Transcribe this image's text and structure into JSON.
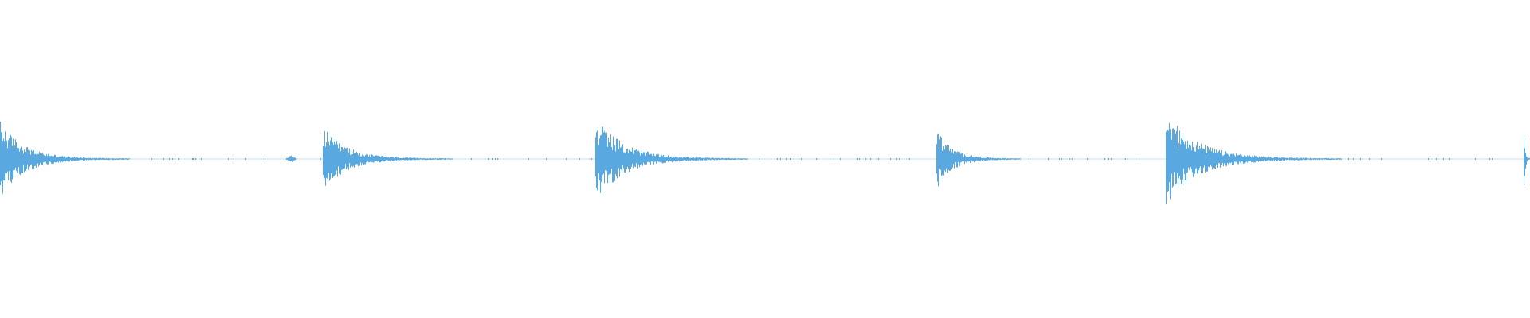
{
  "waveform": {
    "color": "#5aa8e0",
    "transients": [
      {
        "start_fraction": 0.0,
        "peak_amplitude": 0.24,
        "decay_fraction": 0.085
      },
      {
        "start_fraction": 0.211,
        "peak_amplitude": 0.2,
        "decay_fraction": 0.085
      },
      {
        "start_fraction": 0.389,
        "peak_amplitude": 0.27,
        "decay_fraction": 0.1
      },
      {
        "start_fraction": 0.612,
        "peak_amplitude": 0.19,
        "decay_fraction": 0.055
      },
      {
        "start_fraction": 0.762,
        "peak_amplitude": 0.29,
        "decay_fraction": 0.115
      },
      {
        "start_fraction": 0.996,
        "peak_amplitude": 0.26,
        "decay_fraction": 0.004
      }
    ],
    "small_blip_fraction": 0.19
  }
}
